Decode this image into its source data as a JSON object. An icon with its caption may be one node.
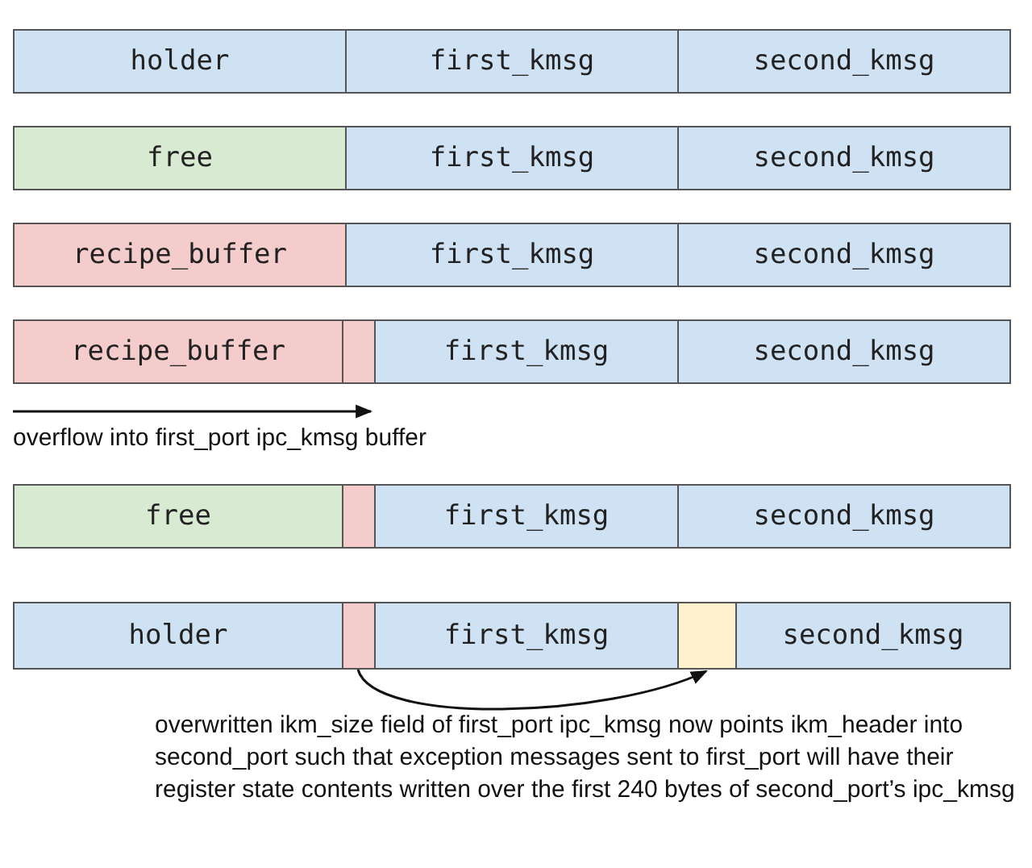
{
  "diagram": {
    "nodes": [
      {
        "text": [
          "holder"
        ]
      },
      {
        "text": [
          "first_kmsg"
        ]
      },
      {
        "text": [
          "second_kmsg"
        ]
      },
      {
        "text": [
          "free"
        ]
      },
      {
        "text": [
          "first_kmsg"
        ]
      },
      {
        "text": [
          "second_kmsg"
        ]
      },
      {
        "text": [
          "recipe_buffer"
        ]
      },
      {
        "text": [
          "first_kmsg"
        ]
      },
      {
        "text": [
          "second_kmsg"
        ]
      },
      {
        "text": [
          "recipe_buffer"
        ]
      },
      {
        "text": [],
        "shape": "box"
      },
      {
        "text": [
          "first_kmsg"
        ]
      },
      {
        "text": [
          "second_kmsg"
        ]
      },
      {
        "text": [
          "free"
        ]
      },
      {
        "text": [],
        "shape": "box"
      },
      {
        "text": [
          "first_kmsg"
        ]
      },
      {
        "text": [
          "second_kmsg"
        ]
      },
      {
        "text": [
          "holder"
        ]
      },
      {
        "text": [],
        "shape": "box"
      },
      {
        "text": [
          "first_kmsg"
        ]
      },
      {
        "text": [],
        "shape": "box"
      },
      {
        "text": [
          "second_kmsg"
        ]
      }
    ],
    "edges": [
      {
        "from": 18,
        "to": 20,
        "arrow": "to"
      }
    ],
    "labels": [
      "overflow into first_port ipc_kmsg buffer",
      "overwritten ikm_size field of first_port ipc_kmsg now points ikm_header into second_port such that exception messages sent to first_port will have their register state contents written over the first 240 bytes of second_port’s ipc_kmsg"
    ]
  }
}
